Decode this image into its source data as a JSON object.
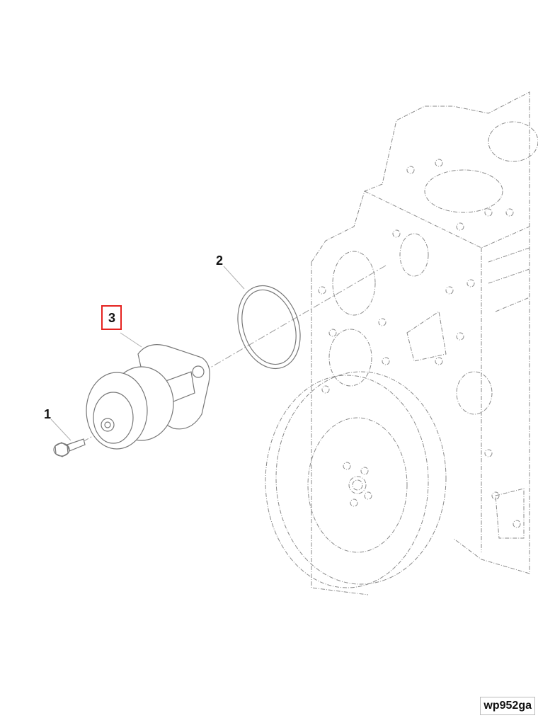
{
  "diagram": {
    "type": "exploded-parts-view",
    "subject": "water pump installation on engine front",
    "callouts": [
      {
        "id": "1",
        "label": "1",
        "part": "bolt",
        "highlighted": false
      },
      {
        "id": "2",
        "label": "2",
        "part": "o-ring seal",
        "highlighted": false
      },
      {
        "id": "3",
        "label": "3",
        "part": "water pump with pulley",
        "highlighted": true
      }
    ],
    "highlight_color": "#e52320",
    "line_color": "#999999",
    "figure_id": "wp952ga"
  }
}
